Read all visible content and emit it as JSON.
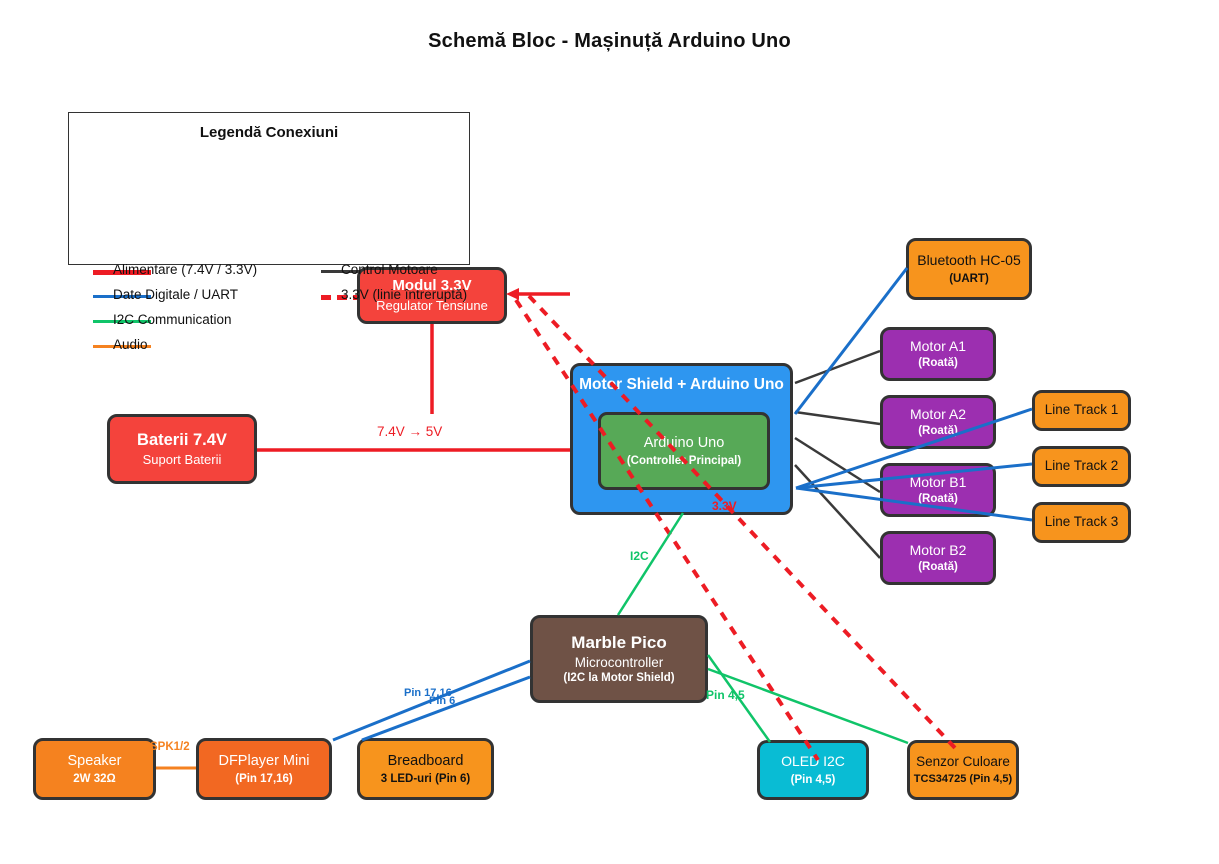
{
  "title": "Schemă Bloc - Mașinuță Arduino Uno",
  "legend": {
    "title": "Legendă Conexiuni",
    "items": [
      {
        "label": "Alimentare (7.4V / 3.3V)",
        "color": "#ed1c24",
        "style": "solid-thick"
      },
      {
        "label": "Date Digitale / UART",
        "color": "#1a6fc9",
        "style": "solid"
      },
      {
        "label": "I2C Communication",
        "color": "#10c469",
        "style": "solid"
      },
      {
        "label": "Audio",
        "color": "#f58220",
        "style": "solid"
      },
      {
        "label": "Control Motoare",
        "color": "#3a3a3a",
        "style": "solid"
      },
      {
        "label": "3.3V (linie întreruptă)",
        "color": "#ed1c24",
        "style": "dashed"
      }
    ]
  },
  "blocks": {
    "modul33": {
      "title": "Modul 3.3V",
      "subtitle": "Regulator Tensiune"
    },
    "baterii": {
      "title": "Baterii 7.4V",
      "subtitle": "Suport Baterii"
    },
    "motor_shield": {
      "title": "Motor Shield + Arduino Uno"
    },
    "arduino": {
      "title": "Arduino Uno",
      "subtitle": "(Controller Principal)"
    },
    "bluetooth": {
      "title": "Bluetooth HC-05",
      "subtitle": "(UART)"
    },
    "motor_a1": {
      "title": "Motor A1",
      "subtitle": "(Roată)"
    },
    "motor_a2": {
      "title": "Motor A2",
      "subtitle": "(Roată)"
    },
    "motor_b1": {
      "title": "Motor B1",
      "subtitle": "(Roată)"
    },
    "motor_b2": {
      "title": "Motor B2",
      "subtitle": "(Roată)"
    },
    "line_track_1": {
      "title": "Line Track 1"
    },
    "line_track_2": {
      "title": "Line Track 2"
    },
    "line_track_3": {
      "title": "Line Track 3"
    },
    "marble_pico": {
      "title": "Marble Pico",
      "subtitle": "Microcontroller",
      "note": "(I2C la Motor Shield)"
    },
    "speaker": {
      "title": "Speaker",
      "subtitle": "2W 32Ω"
    },
    "dfplayer": {
      "title": "DFPlayer Mini",
      "subtitle": "(Pin 17,16)"
    },
    "breadboard": {
      "title": "Breadboard",
      "subtitle": "3 LED-uri (Pin 6)"
    },
    "oled": {
      "title": "OLED I2C",
      "subtitle": "(Pin 4,5)"
    },
    "senzor": {
      "title": "Senzor Culoare",
      "subtitle": "TCS34725 (Pin 4,5)"
    }
  },
  "connection_labels": {
    "battery_to_shield": "7.4V → 5V",
    "shield_33v": "3.3V",
    "i2c": "I2C",
    "dfplayer_pins": "Pin 17,16",
    "breadboard_pin": "Pin 6",
    "i2c_pins": "Pin 4,5",
    "speaker_audio": "SPK1/2"
  },
  "colors": {
    "power_red": "#ed1c24",
    "data_blue": "#1a6fc9",
    "i2c_green": "#10c469",
    "audio_orange": "#f58220",
    "motor_control_dark": "#3a3a3a",
    "block_red": "#f4433c",
    "block_blue": "#2e96f0",
    "block_green": "#57a957",
    "block_purple": "#9c2fb0",
    "block_orange": "#f7941d",
    "block_orange_dark": "#f26822",
    "block_brown": "#6f5246",
    "block_cyan": "#09bcd4"
  }
}
